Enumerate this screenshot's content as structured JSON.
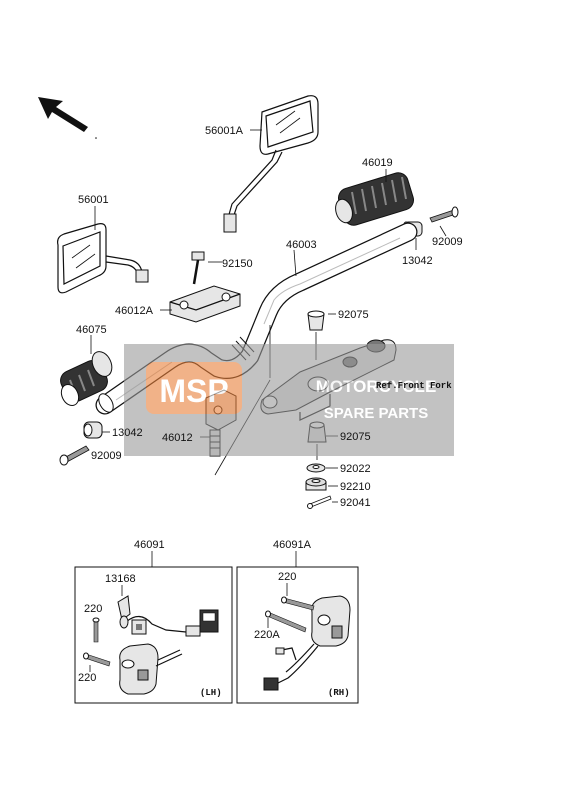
{
  "labels": {
    "mirror_right": "56001A",
    "mirror_left": "56001",
    "grip_right": "46019",
    "handlebar": "46003",
    "screw_92009_right": "92009",
    "weight_13042_right": "13042",
    "bolt_92150": "92150",
    "holder_upper": "46012A",
    "damper_upper": "92075",
    "grip_left": "46075",
    "fork_ref": "Ref.Front Fork",
    "weight_13042_left": "13042",
    "holder_lower": "46012",
    "damper_lower": "92075",
    "screw_92009_left": "92009",
    "washer_92022": "92022",
    "collar_92210": "92210",
    "pin_92041": "92041",
    "switch_lh": "46091",
    "switch_rh": "46091A",
    "clamp_13168": "13168",
    "screw_220_lh_a": "220",
    "screw_220_lh_b": "220",
    "screw_220_rh": "220",
    "screw_220a_rh": "220A",
    "side_lh": "(LH)",
    "side_rh": "(RH)"
  },
  "watermark": {
    "logo": "MSP",
    "line1": "MOTORCYCLE",
    "line2": "SPARE PARTS",
    "accent_color": "#e8803a"
  }
}
